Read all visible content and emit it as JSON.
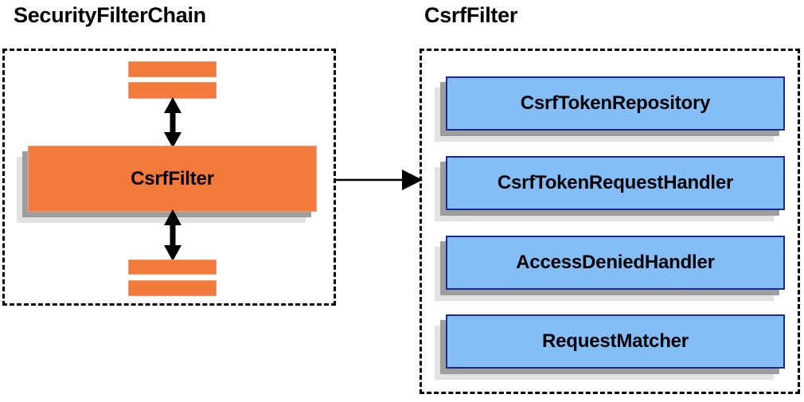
{
  "diagram": {
    "title_left": "SecurityFilterChain",
    "title_right": "CsrfFilter",
    "colors": {
      "orange_fill": "#f4793c",
      "orange_border": "#f09a76",
      "blue_fill": "#84bdf7",
      "blue_border": "#1b2a8a",
      "shadow_near": "#9e9e9e",
      "shadow_far": "#e2e2e2",
      "outline_dashed": "#000000",
      "text": "#000000",
      "background": "#ffffff"
    },
    "left_panel": {
      "label": "SecurityFilterChain",
      "highlighted_filter": "CsrfFilter",
      "filters_above_count": 2,
      "filters_below_count": 2,
      "arrows": [
        {
          "name": "chain-arrow-up",
          "direction": "double-vertical"
        },
        {
          "name": "chain-arrow-down",
          "direction": "double-vertical"
        }
      ]
    },
    "right_panel": {
      "label": "CsrfFilter",
      "collaborators": [
        {
          "label": "CsrfTokenRepository"
        },
        {
          "label": "CsrfTokenRequestHandler"
        },
        {
          "label": "AccessDeniedHandler"
        },
        {
          "label": "RequestMatcher"
        }
      ]
    },
    "connector": {
      "name": "csrffilter-expansion-arrow",
      "direction": "right",
      "from": "CsrfFilter",
      "to": "CsrfFilter detail panel"
    }
  }
}
